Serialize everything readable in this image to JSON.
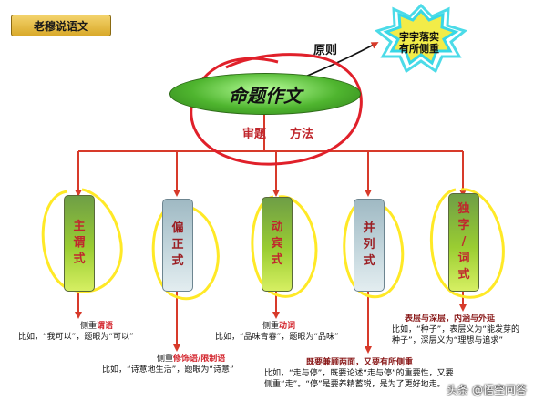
{
  "logo_text": "老穆说语文",
  "center": {
    "title": "命题作文",
    "left_label": "审题",
    "right_label": "方法"
  },
  "principle": {
    "label": "原则",
    "star_line1": "字字落实",
    "star_line2": "有所侧重"
  },
  "branches": [
    {
      "chars": [
        "主",
        "谓",
        "式"
      ],
      "style": "green"
    },
    {
      "chars": [
        "偏",
        "正",
        "式"
      ],
      "style": "blue"
    },
    {
      "chars": [
        "动",
        "宾",
        "式"
      ],
      "style": "green"
    },
    {
      "chars": [
        "并",
        "列",
        "式"
      ],
      "style": "blue"
    },
    {
      "chars": [
        "独",
        "字",
        "/",
        "词",
        "式"
      ],
      "style": "green"
    }
  ],
  "notes": {
    "n1": {
      "prefix": "侧重",
      "key": "谓语",
      "line2": "比如，“我可以”，题眼为“可以”"
    },
    "n2": {
      "prefix": "侧重",
      "key": "修饰语/限制语",
      "line2": "比如，“诗意地生活”，题眼为“诗意”"
    },
    "n3": {
      "prefix": "侧重",
      "key": "动词",
      "line2": "比如，“品味青春”，题眼为“品味”"
    },
    "n4": {
      "line1": "既要兼顾两面，又要有所侧重",
      "line2": "比如，“走与停”，既要论述“走与停”的重要性，又要",
      "line3": "侧重“走”。“停”是要养精蓄锐，是为了更好地走。"
    },
    "n5": {
      "line1": "表层与深层，内涵与外延",
      "line2": "比如，“种子”，表层义为“能发芽的",
      "line3": "种子”，深层义为“理想与追求”"
    }
  },
  "watermark": "头条 @悟空问答",
  "colors": {
    "arrow": "#d73a2a",
    "scribble": "#e0202a",
    "highlight": "#ffe926",
    "star": "#f2ec48",
    "star_outline": "#38d7e6"
  }
}
